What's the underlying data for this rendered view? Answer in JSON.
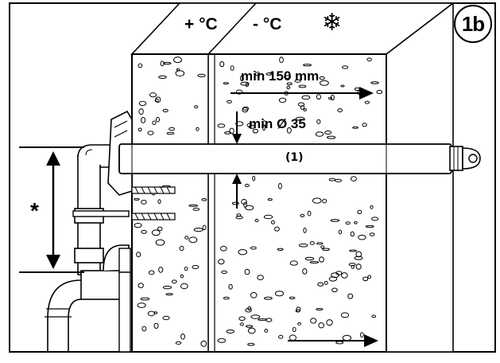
{
  "labels": {
    "warm_side": "+ °C",
    "cold_side": "- °C",
    "snowflake": "❄",
    "figure_id": "1b",
    "min_length": "min 150 mm",
    "min_diameter": "min Ø 35",
    "pipe_ref": "(1)",
    "height_marker": "*"
  },
  "icons": {
    "snowflake": "snowflake-icon"
  },
  "colors": {
    "line": "#000000",
    "background": "#ffffff",
    "pipe_fill": "#ffffff"
  }
}
